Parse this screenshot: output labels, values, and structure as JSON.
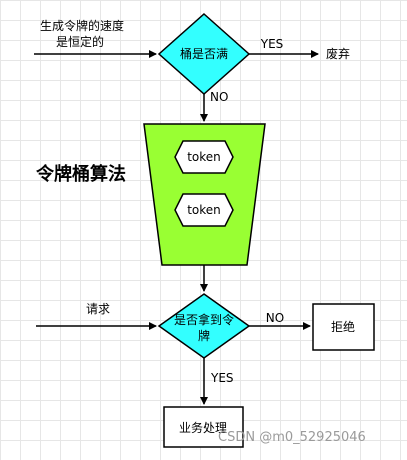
{
  "diagram": {
    "rate_note_line1": "生成令牌的速度",
    "rate_note_line2": "是恒定的",
    "decision_bucket_full": "桶是否满",
    "label_yes_top": "YES",
    "outcome_discard": "废弃",
    "label_no_top": "NO",
    "bucket_title": "令牌桶算法",
    "token_1": "token",
    "token_2": "token",
    "request_label": "请求",
    "decision_get_token_line1": "是否拿到令",
    "decision_get_token_line2": "牌",
    "label_no_bottom": "NO",
    "outcome_reject": "拒绝",
    "label_yes_bottom": "YES",
    "outcome_process": "业务处理"
  },
  "watermark": "CSDN @m0_52925046",
  "colors": {
    "decision_fill": "#33ffff",
    "bucket_fill": "#99ff33",
    "stroke": "#000000"
  }
}
